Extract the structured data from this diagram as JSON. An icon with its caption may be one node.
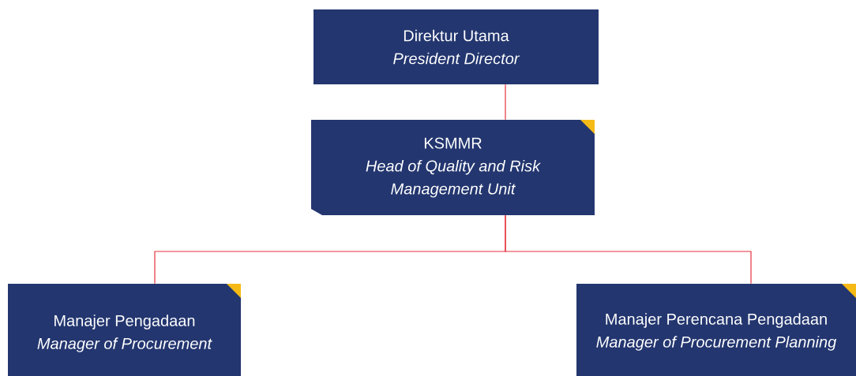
{
  "diagram": {
    "nodes": [
      {
        "text": [
          "Direktur Utama",
          "President Director"
        ]
      },
      {
        "text": [
          "KSMMR",
          "Head of Quality and Risk Management Unit"
        ]
      },
      {
        "text": [
          "Manajer Pengadaan",
          "Manager of Procurement"
        ]
      },
      {
        "text": [
          "Manajer Perencana Pengadaan",
          "Manager of Procurement Planning"
        ]
      }
    ],
    "edges": [
      {
        "from": 0,
        "to": 1,
        "arrow": "none"
      },
      {
        "from": 1,
        "to": 2,
        "arrow": "none"
      },
      {
        "from": 1,
        "to": 3,
        "arrow": "none"
      }
    ]
  }
}
